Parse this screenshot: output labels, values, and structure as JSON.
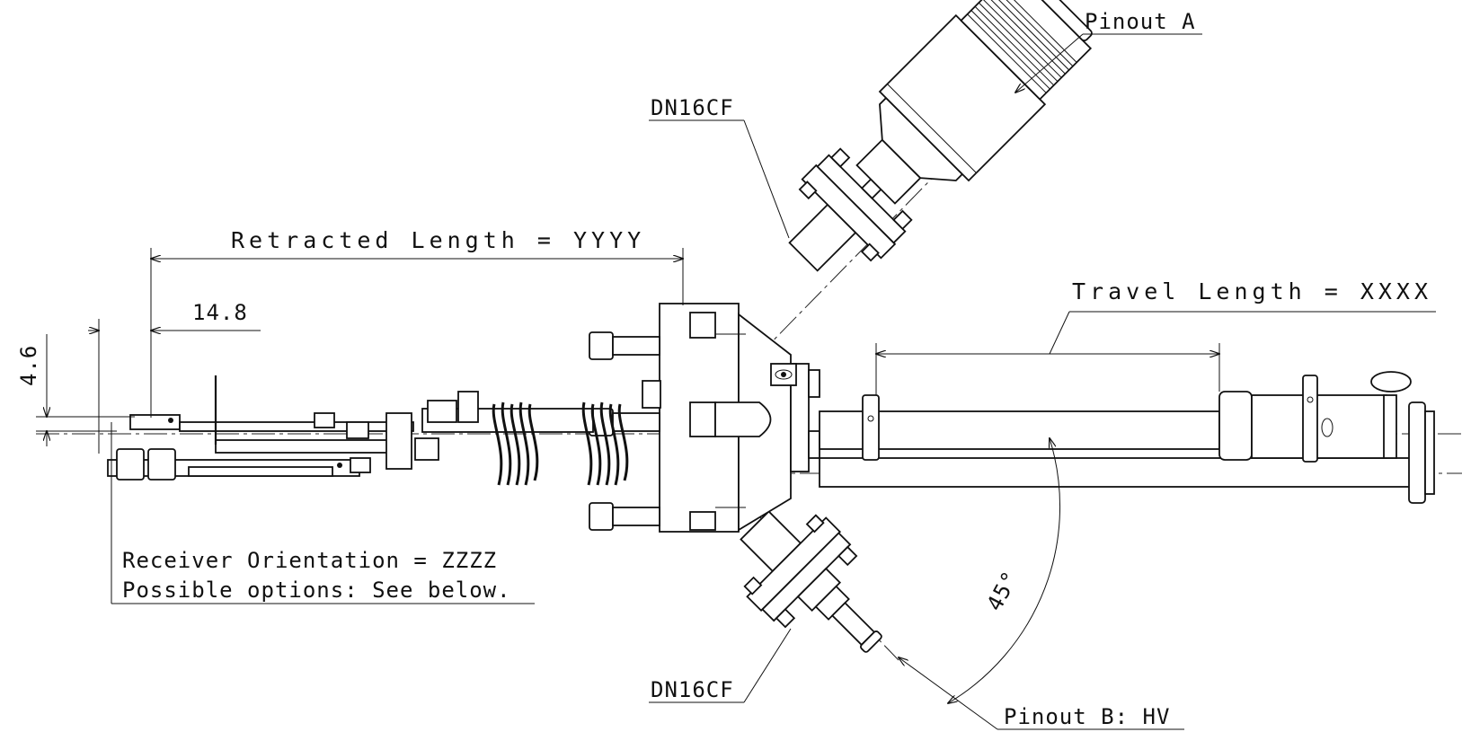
{
  "drawing": {
    "labels": {
      "pinout_a": "Pinout A",
      "dn16cf_top": "DN16CF",
      "retracted_length": "Retracted Length = YYYY",
      "travel_length": "Travel Length = XXXX",
      "dim_14_8": "14.8",
      "dim_4_6": "4.6",
      "receiver_orientation": "Receiver Orientation = ZZZZ",
      "possible_options": "Possible options: See below.",
      "angle": "45°",
      "dn16cf_bottom": "DN16CF",
      "pinout_b": "Pinout B: HV"
    }
  }
}
